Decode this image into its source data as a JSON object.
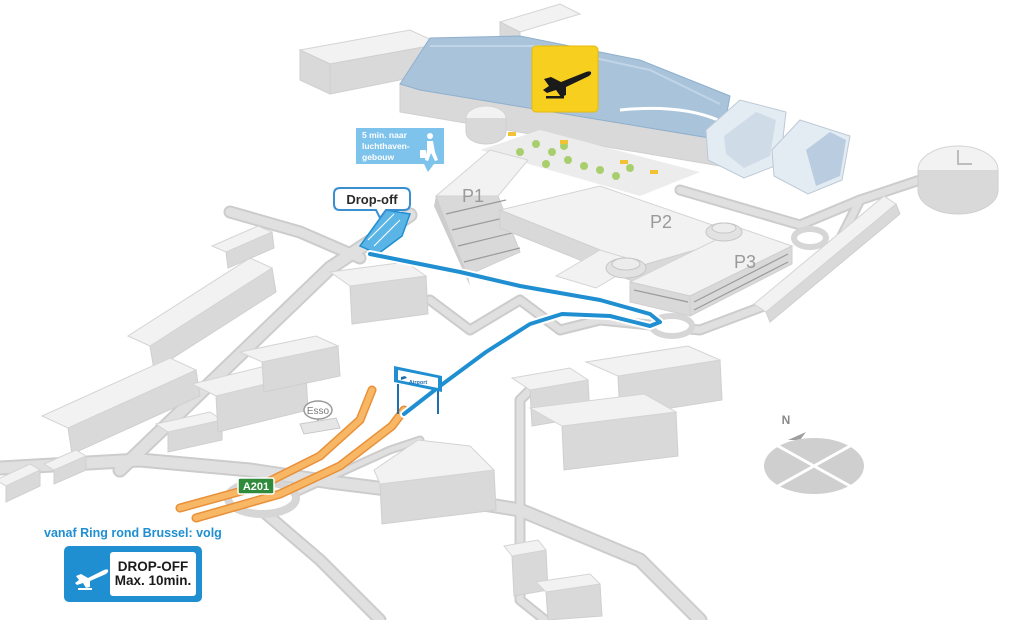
{
  "map": {
    "parking_labels": [
      "P1",
      "P2",
      "P3"
    ],
    "dropoff_label": "Drop-off",
    "walk_info": {
      "lines": [
        "5 min. naar",
        "luchthaven-",
        "gebouw"
      ]
    },
    "road_sign": {
      "text": "Airport",
      "icon": "plane-icon"
    },
    "road_number": "A201",
    "gas_station": "Esso",
    "compass_label": "N",
    "terminal_icon": "departure-plane-icon"
  },
  "legend": {
    "caption": "vanaf Ring rond Brussel: volg",
    "sign_line1": "DROP-OFF",
    "sign_line2": "Max. 10min.",
    "sign_icon": "departure-plane-icon"
  },
  "colors": {
    "route_blue": "#1f8fd1",
    "motorway_orange": "#f4a849",
    "terminal_yellow": "#f7cf1e",
    "road_number_green": "#2f8a3c",
    "roof_blue": "#a9c3da"
  }
}
